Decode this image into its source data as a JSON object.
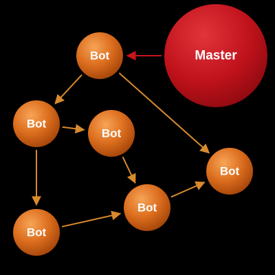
{
  "diagram": {
    "master": {
      "id": "master",
      "label": "Master"
    },
    "bots": [
      {
        "id": "bot-1",
        "label": "Bot"
      },
      {
        "id": "bot-2",
        "label": "Bot"
      },
      {
        "id": "bot-3",
        "label": "Bot"
      },
      {
        "id": "bot-4",
        "label": "Bot"
      },
      {
        "id": "bot-5",
        "label": "Bot"
      },
      {
        "id": "bot-6",
        "label": "Bot"
      }
    ],
    "edges": [
      {
        "from": "master",
        "to": "bot-1"
      },
      {
        "from": "bot-1",
        "to": "bot-2"
      },
      {
        "from": "bot-1",
        "to": "bot-6"
      },
      {
        "from": "bot-2",
        "to": "bot-3"
      },
      {
        "from": "bot-2",
        "to": "bot-4"
      },
      {
        "from": "bot-3",
        "to": "bot-5"
      },
      {
        "from": "bot-4",
        "to": "bot-5"
      },
      {
        "from": "bot-5",
        "to": "bot-6"
      }
    ],
    "colors": {
      "background": "#000000",
      "master_fill": "#c0121b",
      "bot_fill": "#d8691a",
      "master_arrow": "#c8141c",
      "bot_arrow": "#d98a2e",
      "label": "#ffffff"
    }
  }
}
